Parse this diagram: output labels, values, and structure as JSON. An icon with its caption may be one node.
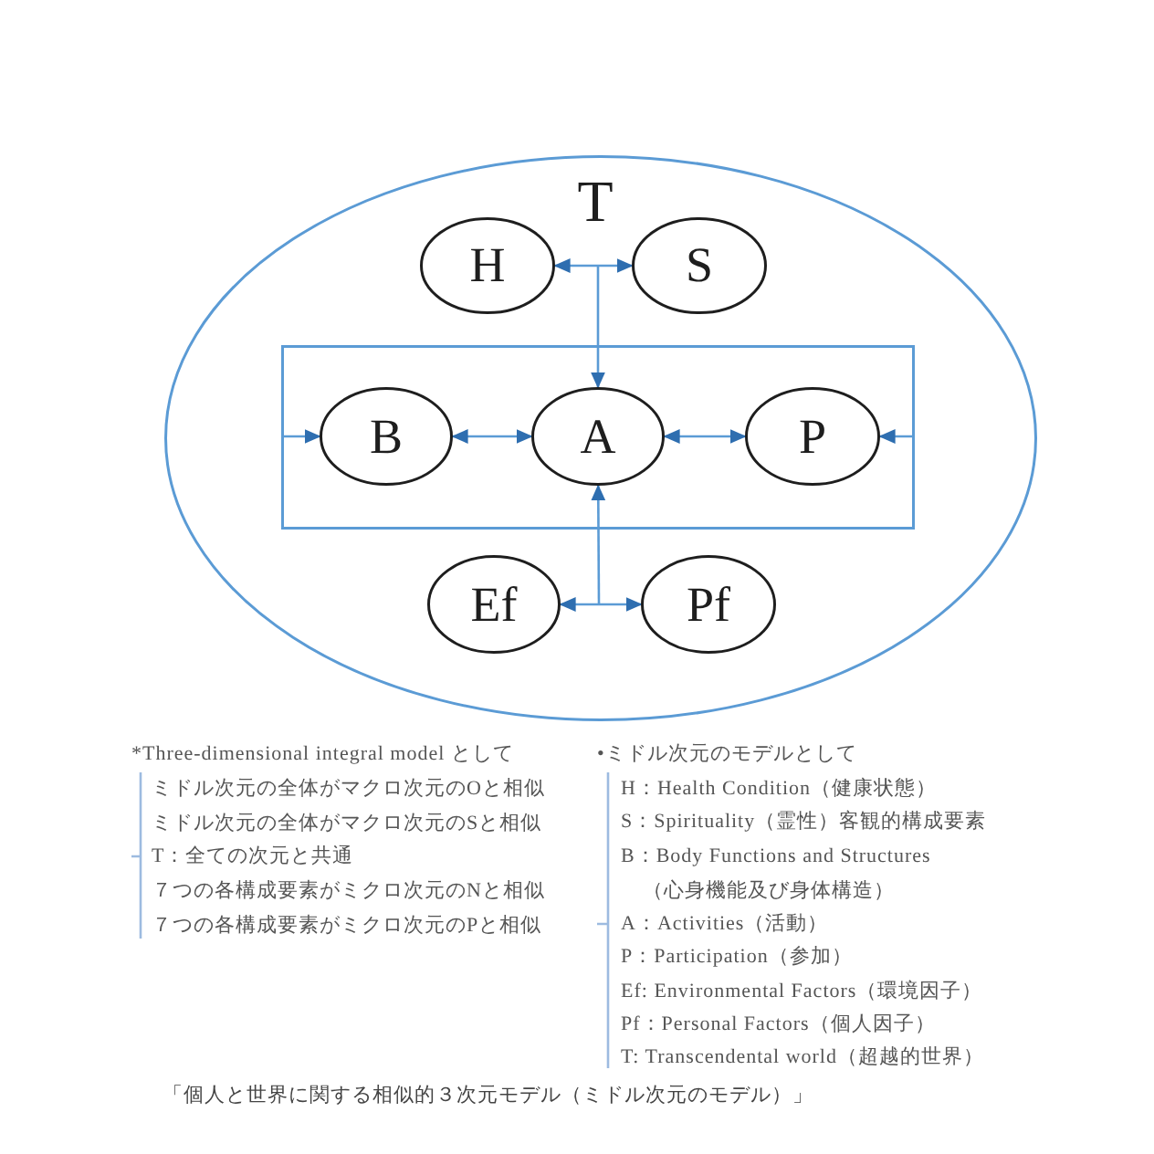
{
  "diagram": {
    "caption": "「個人と世界に関する相似的３次元モデル（ミドル次元のモデル）」",
    "nodes": [
      {
        "text": [
          "T"
        ]
      },
      {
        "text": [
          "H"
        ],
        "in": 0
      },
      {
        "text": [
          "S"
        ],
        "in": 0
      },
      {
        "text": [],
        "shape": "box",
        "in": 0
      },
      {
        "text": [
          "B"
        ],
        "in": 3
      },
      {
        "text": [
          "A"
        ],
        "in": 3
      },
      {
        "text": [
          "P"
        ],
        "in": 3
      },
      {
        "text": [
          "Ef"
        ],
        "in": 0
      },
      {
        "text": [
          "Pf"
        ],
        "in": 0
      }
    ],
    "edges": [
      {
        "from": 1,
        "to": 2,
        "arrow": "both"
      },
      {
        "from": null,
        "to": 5,
        "arrow": "to"
      },
      {
        "from": 3,
        "to": 4,
        "arrow": "to"
      },
      {
        "from": 4,
        "to": 5,
        "arrow": "both"
      },
      {
        "from": 5,
        "to": 6,
        "arrow": "both"
      },
      {
        "from": 3,
        "to": 6,
        "arrow": "to"
      },
      {
        "from": null,
        "to": 5,
        "arrow": "to"
      },
      {
        "from": 7,
        "to": 8,
        "arrow": "both"
      }
    ],
    "labels": [
      "*Three-dimensional integral model として",
      "ミドル次元の全体がマクロ次元のOと相似",
      "ミドル次元の全体がマクロ次元のSと相似",
      "T：全ての次元と共通",
      "７つの各構成要素がミクロ次元のNと相似",
      "７つの各構成要素がミクロ次元のPと相似",
      "•ミドル次元のモデルとして",
      "H：Health Condition（健康状態）",
      "S：Spirituality（霊性）客観的構成要素",
      "B：Body Functions and Structures （心身機能及び身体構造）",
      "A：Activities（活動）",
      "P：Participation（参加）",
      "Ef: Environmental Factors（環境因子）",
      "Pf：Personal Factors（個人因子）",
      "T: Transcendental world（超越的世界）"
    ]
  }
}
